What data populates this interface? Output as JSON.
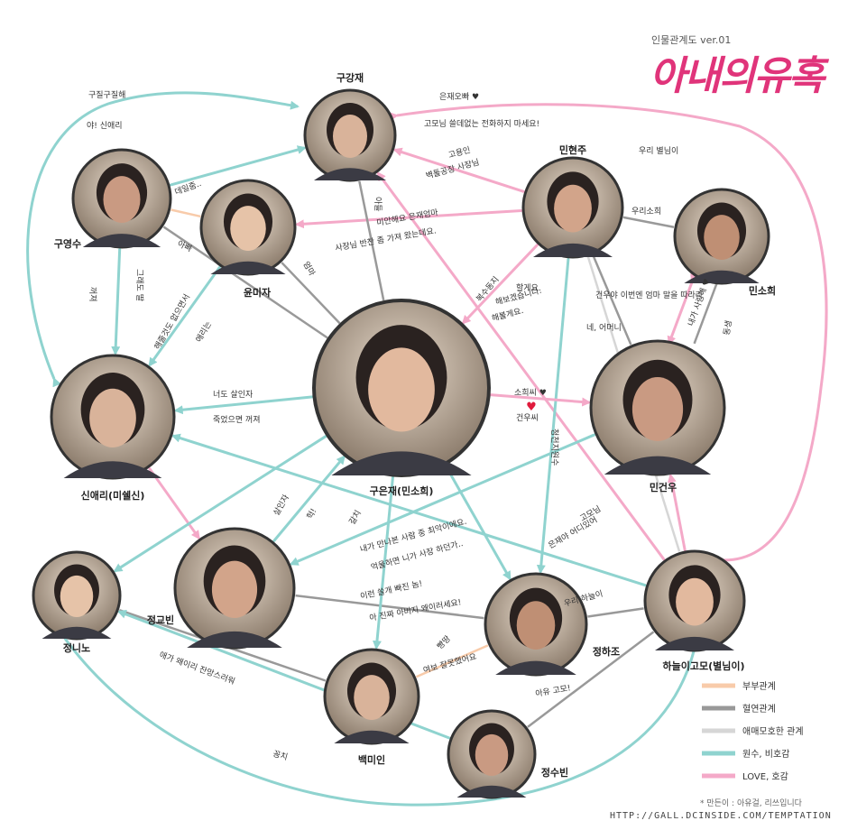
{
  "header": {
    "subtitle": "인물관계도 ver.01",
    "title": "아내의유혹"
  },
  "footer": {
    "credit": "* 만든이 : 아유걸, 리쓰입니다",
    "url": "HTTP://GALL.DCINSIDE.COM/TEMPTATION"
  },
  "colors": {
    "couple": "#f8cbaa",
    "blood": "#999999",
    "ambiguous": "#d6d6d6",
    "enemy": "#8fd3cf",
    "love": "#f4a9c8",
    "title": "#e0347a"
  },
  "legend": [
    {
      "type": "couple",
      "label": "부부관계"
    },
    {
      "type": "blood",
      "label": "혈연관계"
    },
    {
      "type": "ambiguous",
      "label": "애매모호한 관계"
    },
    {
      "type": "enemy",
      "label": "원수, 비호감"
    },
    {
      "type": "love",
      "label": "LOVE, 호감"
    }
  ],
  "nodes": [
    {
      "id": "koogangjae",
      "name": "구강재"
    },
    {
      "id": "koyoungsu",
      "name": "구영수"
    },
    {
      "id": "yunmija",
      "name": "윤미자"
    },
    {
      "id": "minhyunju",
      "name": "민현주"
    },
    {
      "id": "minsohui",
      "name": "민소희"
    },
    {
      "id": "eunjae",
      "name": "구은재(민소희)"
    },
    {
      "id": "shinaeri",
      "name": "신애리(미쉘신)"
    },
    {
      "id": "mingunwoo",
      "name": "민건우"
    },
    {
      "id": "jeongnino",
      "name": "정니노"
    },
    {
      "id": "jeonggyobin",
      "name": "정교빈"
    },
    {
      "id": "jeongmhajo",
      "name": "정하조"
    },
    {
      "id": "haneul",
      "name": "하늘이고모(별님이)"
    },
    {
      "id": "baekmiin",
      "name": "백미인"
    },
    {
      "id": "jeongsubin",
      "name": "정수빈"
    }
  ],
  "edges": [
    {
      "from": "koyoungsu",
      "to": "koogangjae",
      "type": "enemy",
      "labels": [
        "구질구질해",
        "야! 신애리"
      ]
    },
    {
      "from": "haneul",
      "to": "koogangjae",
      "type": "love",
      "labels": [
        "은재오빠 ♥",
        "고모님 쓸데없는 전화하지 마세요!"
      ]
    },
    {
      "from": "koyoungsu",
      "to": "yunmija",
      "type": "couple",
      "labels": [
        "데일줌.."
      ]
    },
    {
      "from": "minhyunju",
      "to": "koogangjae",
      "type": "love",
      "labels": [
        "고용인",
        "벽돌공장 사장님"
      ]
    },
    {
      "from": "minhyunju",
      "to": "yunmija",
      "type": "love",
      "labels": [
        "미안해요 은재엄마",
        "사장님 반찬 좀 가져 왔는데요."
      ]
    },
    {
      "from": "minhyunju",
      "to": "minsohui",
      "type": "blood",
      "labels": [
        "우리소희"
      ]
    },
    {
      "from": "minhyunju",
      "to": "haneul",
      "type": "ambiguous",
      "labels": [
        "우리 별님이"
      ]
    },
    {
      "from": "minsohui",
      "to": "mingunwoo",
      "type": "love",
      "labels": [
        "내가 사랑해 ♥"
      ]
    },
    {
      "from": "minsohui",
      "to": "mingunwoo",
      "type": "blood",
      "labels": [
        "동생"
      ]
    },
    {
      "from": "minhyunju",
      "to": "eunjae",
      "type": "love",
      "labels": [
        "복수동지",
        "할게요.",
        "해보겠습니다.",
        "해볼게요."
      ]
    },
    {
      "from": "minhyunju",
      "to": "mingunwoo",
      "type": "blood",
      "labels": [
        "건우야 이번엔 엄마 말을 따라라",
        "네, 어머니"
      ]
    },
    {
      "from": "minhyunju",
      "to": "jeongmhajo",
      "type": "enemy",
      "labels": [
        "청천지원수"
      ]
    },
    {
      "from": "eunjae",
      "to": "mingunwoo",
      "type": "love",
      "labels": [
        "소희씨 ♥",
        "건우씨"
      ]
    },
    {
      "from": "eunjae",
      "to": "shinaeri",
      "type": "enemy",
      "labels": [
        "너도 살인자",
        "죽었으면 꺼져"
      ]
    },
    {
      "from": "koogangjae",
      "to": "eunjae",
      "type": "blood",
      "labels": [
        "아들"
      ]
    },
    {
      "from": "yunmija",
      "to": "eunjae",
      "type": "blood",
      "labels": [
        "엄마"
      ]
    },
    {
      "from": "koyoungsu",
      "to": "eunjae",
      "type": "blood",
      "labels": [
        "아빠"
      ]
    },
    {
      "from": "koyoungsu",
      "to": "shinaeri",
      "type": "enemy",
      "labels": [
        "꺼져",
        "그래도 딸"
      ]
    },
    {
      "from": "yunmija",
      "to": "shinaeri",
      "type": "enemy",
      "labels": [
        "해줄것도 없으면서",
        "애리는"
      ]
    },
    {
      "from": "haneul",
      "to": "shinaeri",
      "type": "enemy",
      "labels": [
        "내가 만나본 사람 중 최악이에요.",
        "억울하면 니가 사장 하던가.."
      ]
    },
    {
      "from": "haneul",
      "to": "mingunwoo",
      "type": "love",
      "labels": [
        "고모님",
        "은재야 어디있어"
      ]
    },
    {
      "from": "shinaeri",
      "to": "jeonggyobin",
      "type": "love",
      "labels": []
    },
    {
      "from": "jeonggyobin",
      "to": "eunjae",
      "type": "enemy",
      "labels": [
        "살인자",
        "헉!",
        "갈치"
      ]
    },
    {
      "from": "eunjae",
      "to": "jeongnino",
      "type": "enemy",
      "labels": []
    },
    {
      "from": "jeongmhajo",
      "to": "jeonggyobin",
      "type": "blood",
      "labels": [
        "이런 쓸개 빠진 놈!"
      ]
    },
    {
      "from": "jeongmhajo",
      "to": "haneul",
      "type": "blood",
      "labels": [
        "우리 하늘이"
      ]
    },
    {
      "from": "jeongmhajo",
      "to": "baekmiin",
      "type": "couple",
      "labels": [
        "빵땅",
        "여보 잘못했어요"
      ]
    },
    {
      "from": "eunjae",
      "to": "baekmiin",
      "type": "enemy",
      "labels": [
        "아 진짜 아버지 왜이러세요!"
      ]
    },
    {
      "from": "baekmiin",
      "to": "jeongnino",
      "type": "blood",
      "labels": [
        "애가 왜이리 잔망스러워"
      ]
    },
    {
      "from": "jeongsubin",
      "to": "haneul",
      "type": "blood",
      "labels": [
        "아유 고모!"
      ]
    },
    {
      "from": "jeongsubin",
      "to": "jeongnino",
      "type": "enemy",
      "labels": [
        "꽁치"
      ]
    },
    {
      "from": "eunjae",
      "to": "jeongmhajo",
      "type": "enemy",
      "labels": []
    },
    {
      "from": "mingunwoo",
      "to": "jeonggyobin",
      "type": "enemy",
      "labels": []
    }
  ]
}
